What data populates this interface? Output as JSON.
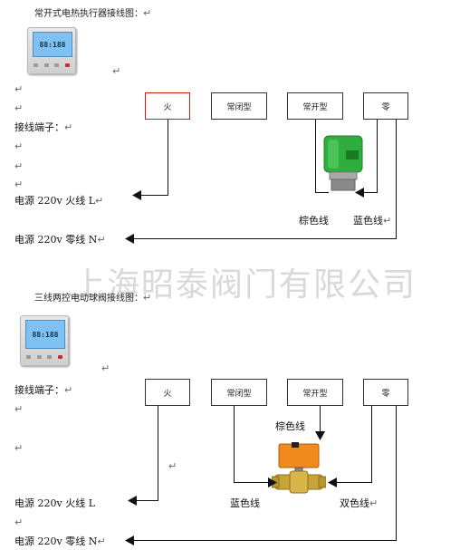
{
  "section1": {
    "title": "常开式电热执行器接线图：",
    "thermostat_display": "88:188",
    "terminal_label": "接线端子：",
    "terminals": [
      "火",
      "常闭型",
      "常开型",
      "零"
    ],
    "power_live": "电源 220v 火线 L",
    "power_neutral": "电源 220v 零线 N",
    "wire_brown": "棕色线",
    "wire_blue": "蓝色线"
  },
  "watermark": "上海昭泰阀门有限公司",
  "section2": {
    "title": "三线两控电动球阀接线图：",
    "thermostat_display": "88:188",
    "terminal_label": "接线端子：",
    "terminals": [
      "火",
      "常闭型",
      "常开型",
      "零"
    ],
    "power_live": "电源 220v 火线 L",
    "power_neutral": "电源 220v 零线 N",
    "wire_brown": "棕色线",
    "wire_blue": "蓝色线",
    "wire_twin": "双色线"
  },
  "paragraph_mark": "↵",
  "colors": {
    "hot_box_border": "#cc1a1a",
    "actuator_green": "#2fae3e",
    "valve_orange": "#f08a1d",
    "valve_brass": "#c9a436",
    "lcd_blue": "#7fc1f3"
  },
  "icons": [
    "thermostat-icon",
    "thermal-actuator-icon",
    "motorized-ball-valve-icon",
    "arrow-icon"
  ]
}
